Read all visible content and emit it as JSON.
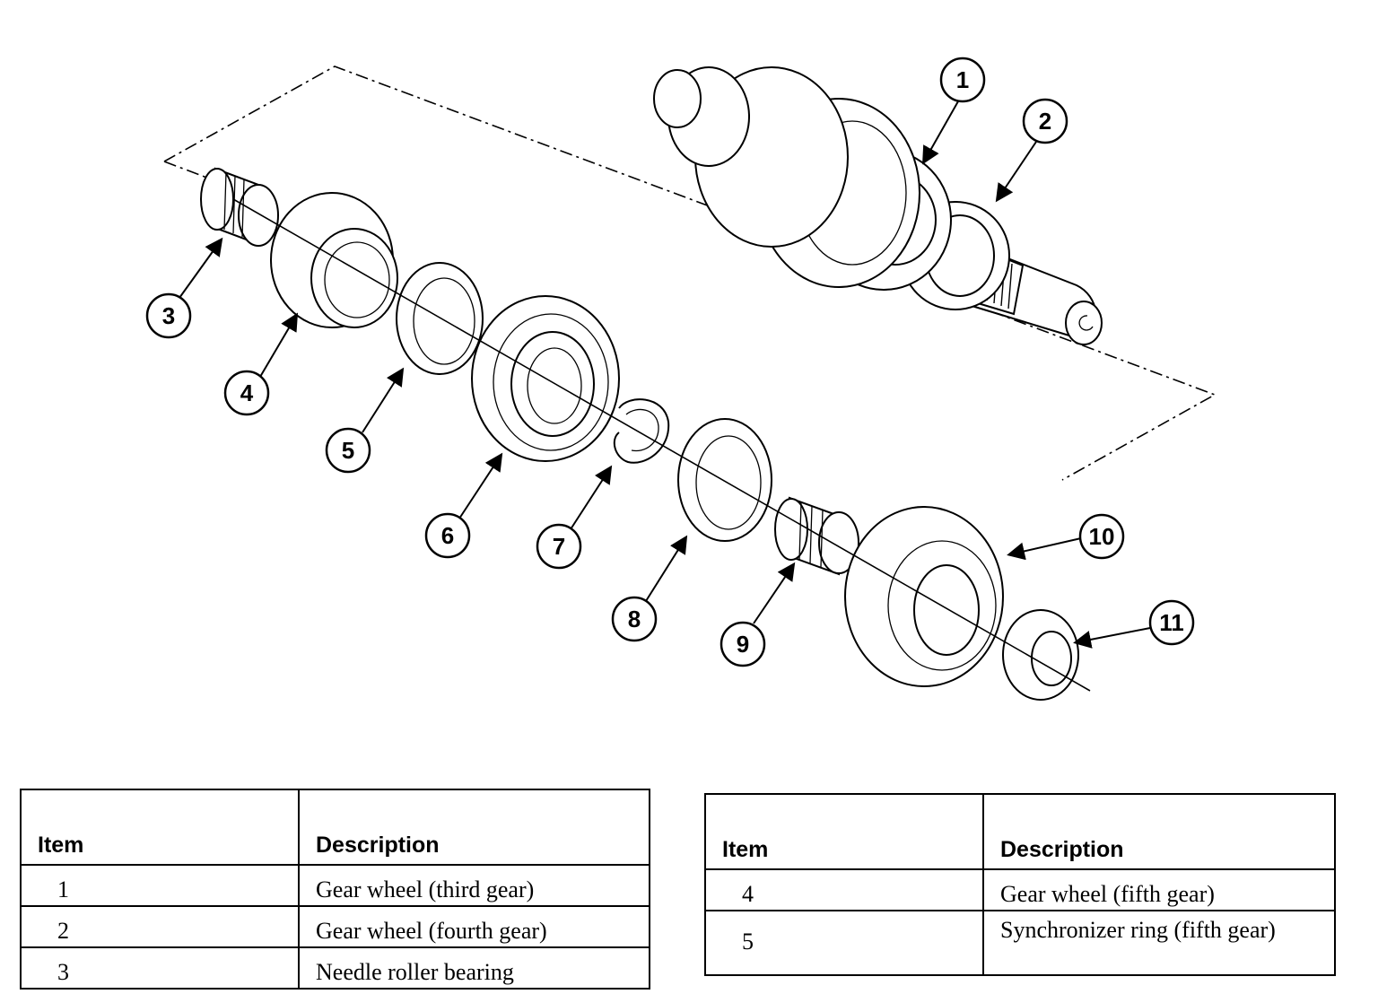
{
  "callouts": [
    "1",
    "2",
    "3",
    "4",
    "5",
    "6",
    "7",
    "8",
    "9",
    "10",
    "11"
  ],
  "table_left": {
    "headers": [
      "Item",
      "Description"
    ],
    "rows": [
      {
        "item": "1",
        "description": "Gear wheel (third gear)"
      },
      {
        "item": "2",
        "description": "Gear wheel (fourth gear)"
      },
      {
        "item": "3",
        "description": "Needle roller bearing"
      }
    ]
  },
  "table_right": {
    "headers": [
      "Item",
      "Description"
    ],
    "rows": [
      {
        "item": "4",
        "description": "Gear wheel (fifth gear)"
      },
      {
        "item": "5",
        "description": "Synchronizer ring (fifth gear)"
      }
    ]
  }
}
